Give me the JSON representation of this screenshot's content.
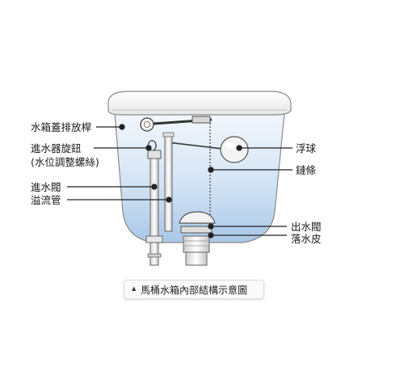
{
  "labels": {
    "lid_handle": "水箱蓋排放桿",
    "inlet_knob": "進水器旋鈕",
    "inlet_knob_note": "(水位調整螺絲)",
    "inlet_valve": "進水閥",
    "overflow_pipe": "溢流管",
    "float_ball": "浮球",
    "chain": "鏈條",
    "outlet_valve": "出水閥",
    "flapper": "落水皮"
  },
  "caption": {
    "marker": "▲",
    "text": "馬桶水箱內部結構示意圖"
  },
  "colors": {
    "line": "#222222",
    "tank_outline": "#8a8a8a",
    "water_top": "#eef4fb",
    "water_bottom": "#aac8e8",
    "part_white": "#f4f4f4"
  }
}
